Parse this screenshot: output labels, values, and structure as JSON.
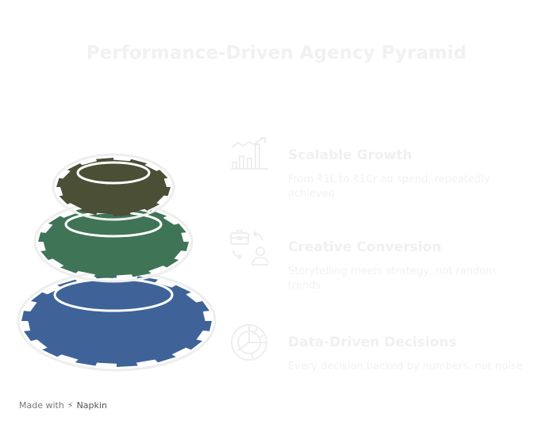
{
  "title": "Performance-Driven Agency Pyramid",
  "colors": {
    "top": "#4a4f36",
    "middle": "#3f7457",
    "bottom": "#3f6398",
    "text": "#f0f0f0"
  },
  "items": [
    {
      "icon": "bar-chart-growth-icon",
      "heading": "Scalable Growth",
      "description": "From ₹1L to ₹1Cr ad spend, repeatedly achieved"
    },
    {
      "icon": "briefcase-person-exchange-icon",
      "heading": "Creative Conversion",
      "description": "Storytelling meets strategy, not random trends"
    },
    {
      "icon": "pie-chart-icon",
      "heading": "Data-Driven Decisions",
      "description": "Every decision backed by numbers, not noise"
    }
  ],
  "footer": {
    "made_with": "Made with",
    "brand": "Napkin"
  }
}
